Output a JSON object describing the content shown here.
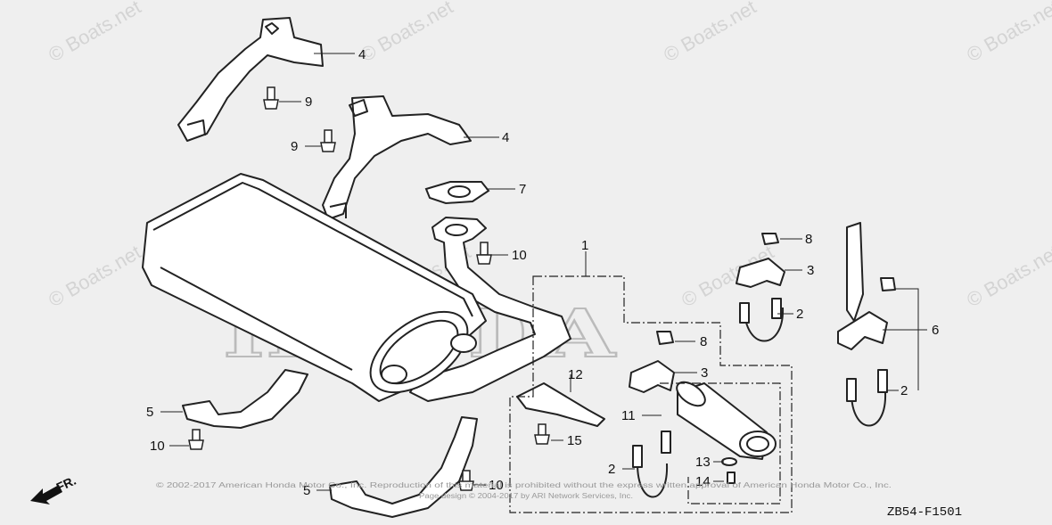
{
  "diagram_code": "ZB54-F1501",
  "direction_label": "FR.",
  "watermark": "© Boats.net",
  "background_logo": "HONDA",
  "copyright_lines": [
    "© 2002-2017 American Honda Motor Co., Inc. Reproduction of this material is prohibited without the express written approval of American Honda Motor Co., Inc.",
    "Page design © 2004-2017 by ARI Network Services, Inc."
  ],
  "callouts": [
    "1",
    "2",
    "2",
    "2",
    "3",
    "3",
    "4",
    "4",
    "5",
    "5",
    "6",
    "7",
    "8",
    "8",
    "9",
    "9",
    "10",
    "10",
    "10",
    "11",
    "12",
    "13",
    "14",
    "15"
  ],
  "colors": {
    "line": "#222222",
    "background": "#efefef",
    "watermark": "#d4d4d4"
  }
}
